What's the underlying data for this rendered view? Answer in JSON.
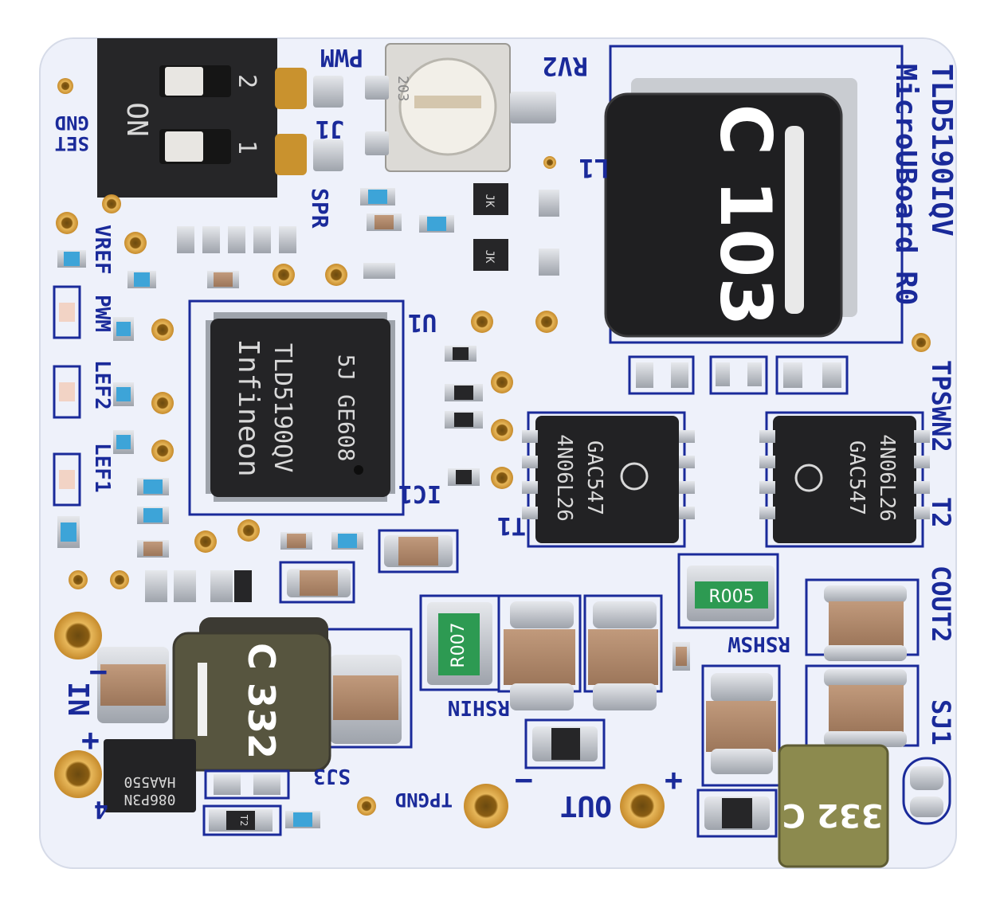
{
  "board": {
    "title": "TLD5190IQV",
    "subtitle": "MicroUBoard R0",
    "mosfet_marking_line1": "4N06L26",
    "mosfet_marking_line2": "GAC547",
    "ic_brand": "Infineon",
    "ic_part": "TLD5190QV",
    "ic_code": "5J GE608",
    "inductor_large": "C 103",
    "inductor_left": "C 332",
    "inductor_right": "332 C",
    "resistor_rshin": "R007",
    "resistor_rshsw": "R005",
    "pmos_line1": "086P3N",
    "pmos_line2": "HAA550",
    "dip_label": "ON",
    "dip_1": "1",
    "dip_2": "2",
    "trimmer_code": "203",
    "diode_jk": "JK",
    "diode_t2": "T2"
  },
  "silkscreen": {
    "pwm": "PWM",
    "rv2": "RV2",
    "j1": "J1",
    "spr": "SPR",
    "set": "SET",
    "gnd": "GND",
    "vref": "VREF",
    "pwm_led": "PWM",
    "lef2": "LEF2",
    "lef1": "LEF1",
    "u1": "U1",
    "ic1": "IC1",
    "t1": "T1",
    "t2": "T2",
    "l1": "L1",
    "tpswn2": "TPSWN2",
    "cout2": "COUT2",
    "sj1": "SJ1",
    "rshsw": "RSHSW",
    "rshin": "RSHIN",
    "in": "IN",
    "in_minus": "−",
    "in_plus": "+",
    "out": "OUT",
    "out_minus": "−",
    "out_plus": "+",
    "tpgnd": "TPGND",
    "sj3": "SJ3",
    "d4": "4"
  },
  "colors": {
    "pcb": "#eef1fa",
    "silkscreen": "#1a2a9a",
    "copper_pad": "#c0c4cc",
    "gold": "#d9a441",
    "chip": "#222222",
    "capacitor": "#b2896b"
  }
}
